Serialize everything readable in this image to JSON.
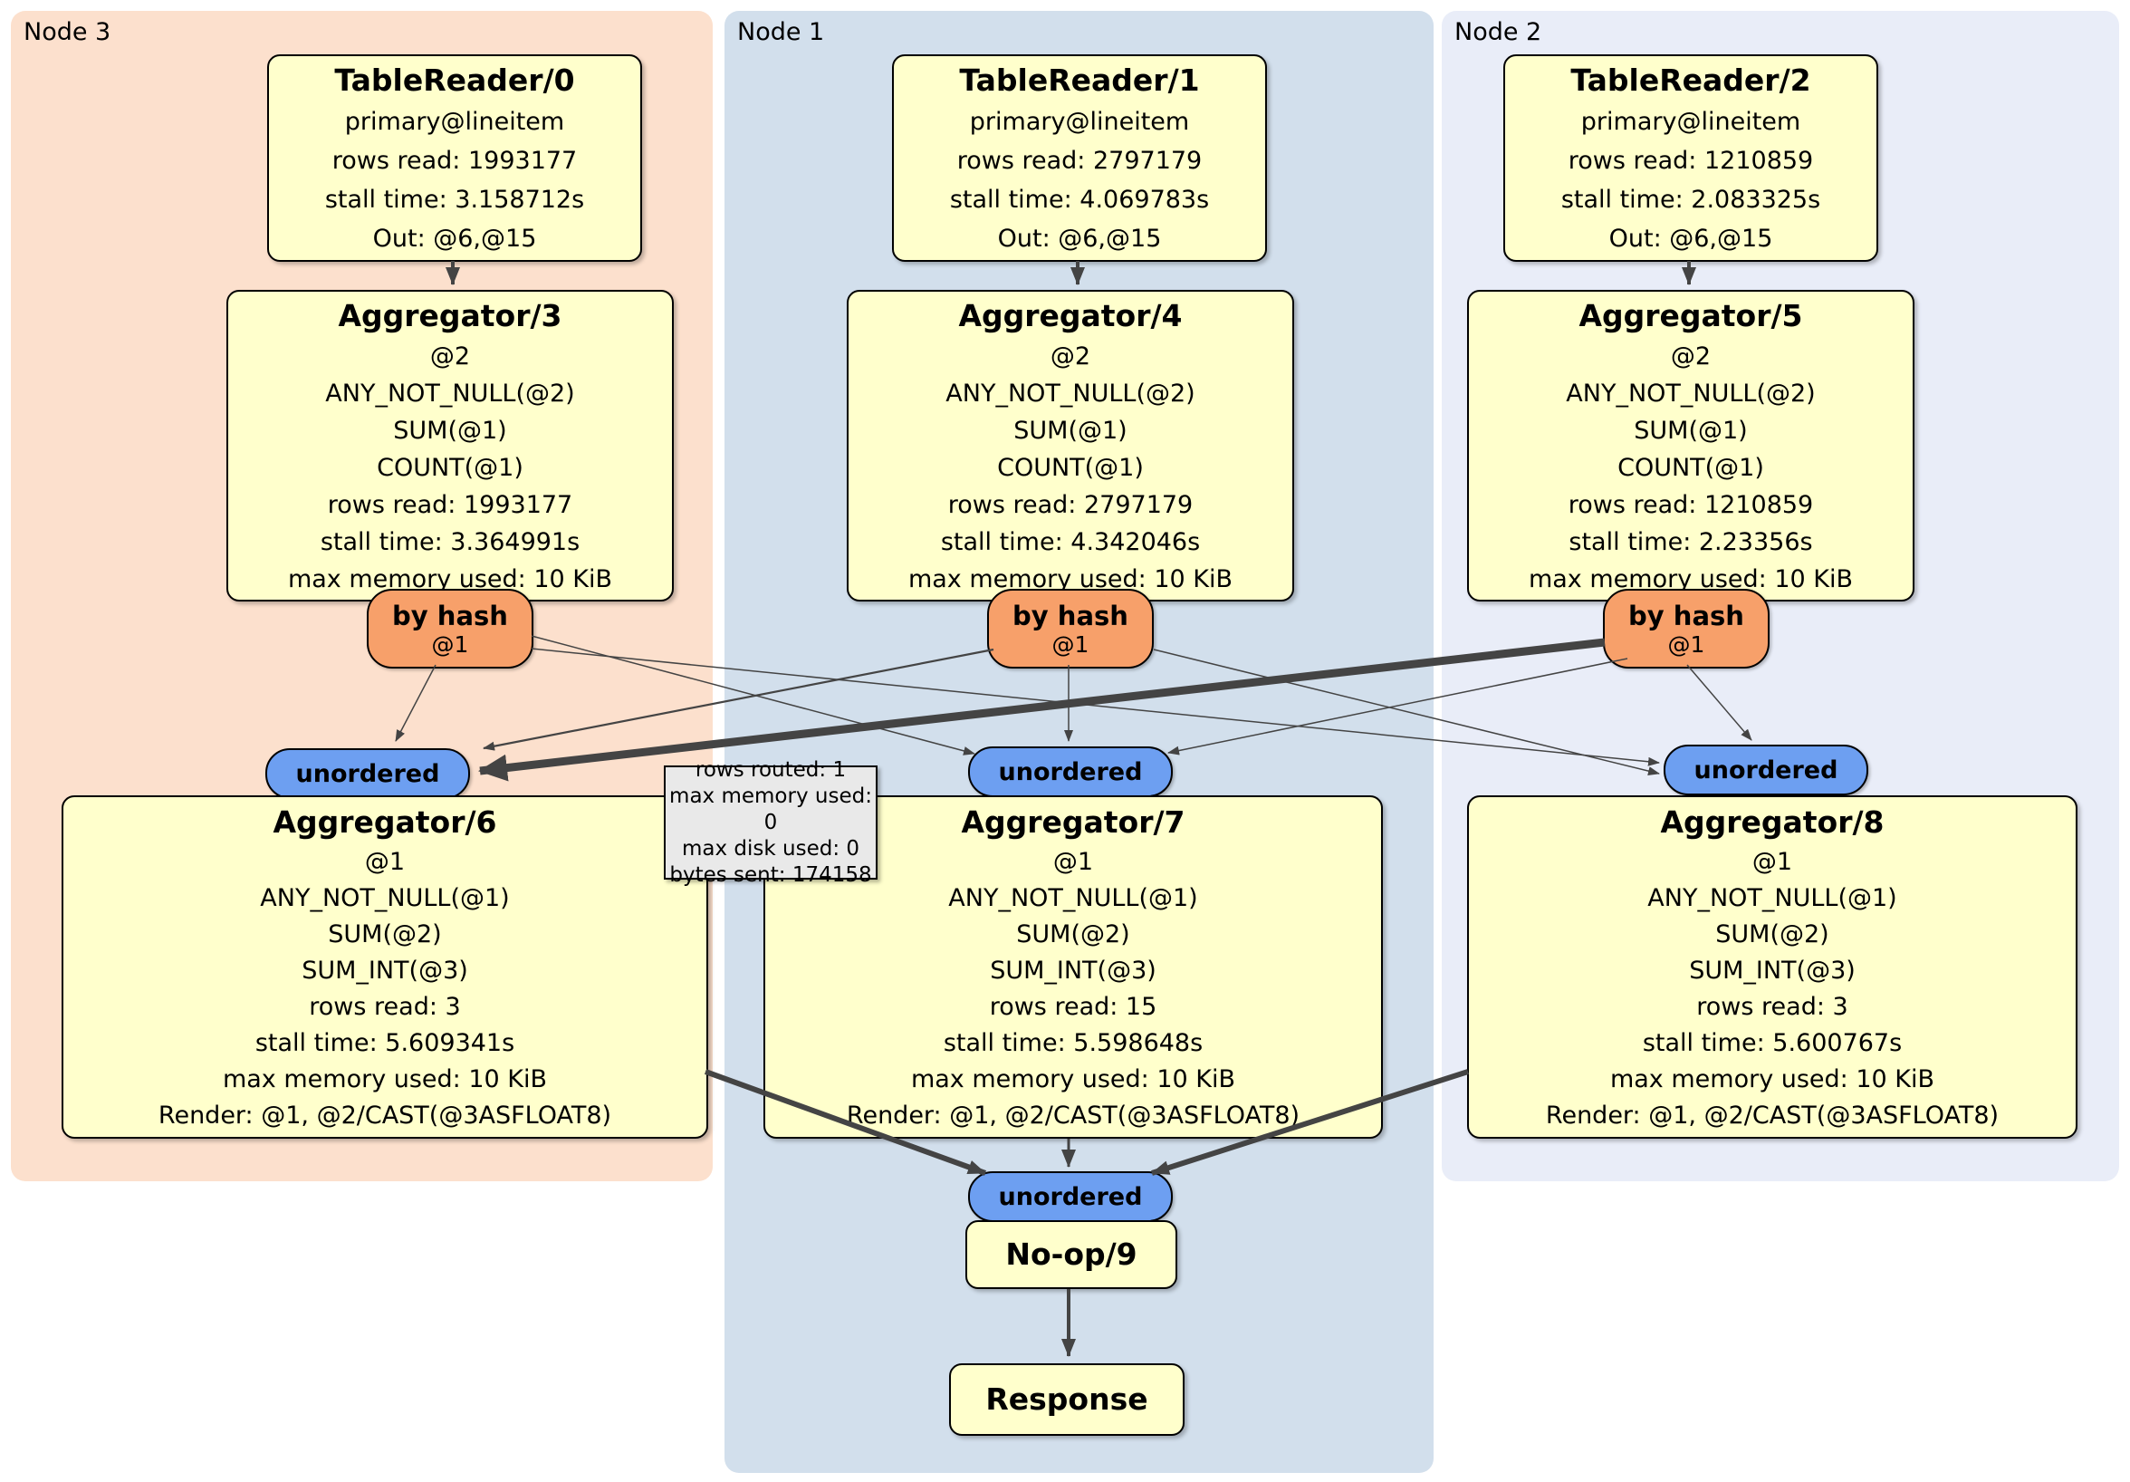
{
  "colors": {
    "node3_bg": "#fce0cd",
    "node1_bg": "#d2dfec",
    "node2_bg": "#e9edf8",
    "box_bg": "#ffffcc",
    "router_bg": "#f7a06a",
    "sync_bg": "#6d9ff1",
    "tooltip_bg": "#e9e9e9",
    "edge_color": "#444444"
  },
  "nodes": [
    {
      "label": "Node 3",
      "table_reader": {
        "title": "TableReader/0",
        "lines": [
          "primary@lineitem",
          "rows read: 1993177",
          "stall time: 3.158712s",
          "Out: @6,@15"
        ]
      },
      "aggregator_top": {
        "title": "Aggregator/3",
        "lines": [
          "@2",
          "ANY_NOT_NULL(@2)",
          "SUM(@1)",
          "COUNT(@1)",
          "rows read: 1993177",
          "stall time: 3.364991s",
          "max memory used: 10 KiB"
        ]
      },
      "router": {
        "title": "by hash",
        "subtitle": "@1"
      },
      "sync": {
        "label": "unordered"
      },
      "aggregator_bottom": {
        "title": "Aggregator/6",
        "lines": [
          "@1",
          "ANY_NOT_NULL(@1)",
          "SUM(@2)",
          "SUM_INT(@3)",
          "rows read: 3",
          "stall time: 5.609341s",
          "max memory used: 10 KiB",
          "Render: @1, @2/CAST(@3ASFLOAT8)"
        ]
      }
    },
    {
      "label": "Node 1",
      "table_reader": {
        "title": "TableReader/1",
        "lines": [
          "primary@lineitem",
          "rows read: 2797179",
          "stall time: 4.069783s",
          "Out: @6,@15"
        ]
      },
      "aggregator_top": {
        "title": "Aggregator/4",
        "lines": [
          "@2",
          "ANY_NOT_NULL(@2)",
          "SUM(@1)",
          "COUNT(@1)",
          "rows read: 2797179",
          "stall time: 4.342046s",
          "max memory used: 10 KiB"
        ]
      },
      "router": {
        "title": "by hash",
        "subtitle": "@1"
      },
      "sync": {
        "label": "unordered"
      },
      "aggregator_bottom": {
        "title": "Aggregator/7",
        "lines": [
          "@1",
          "ANY_NOT_NULL(@1)",
          "SUM(@2)",
          "SUM_INT(@3)",
          "rows read: 15",
          "stall time: 5.598648s",
          "max memory used: 10 KiB",
          "Render: @1, @2/CAST(@3ASFLOAT8)"
        ]
      }
    },
    {
      "label": "Node 2",
      "table_reader": {
        "title": "TableReader/2",
        "lines": [
          "primary@lineitem",
          "rows read: 1210859",
          "stall time: 2.083325s",
          "Out: @6,@15"
        ]
      },
      "aggregator_top": {
        "title": "Aggregator/5",
        "lines": [
          "@2",
          "ANY_NOT_NULL(@2)",
          "SUM(@1)",
          "COUNT(@1)",
          "rows read: 1210859",
          "stall time: 2.23356s",
          "max memory used: 10 KiB"
        ]
      },
      "router": {
        "title": "by hash",
        "subtitle": "@1"
      },
      "sync": {
        "label": "unordered"
      },
      "aggregator_bottom": {
        "title": "Aggregator/8",
        "lines": [
          "@1",
          "ANY_NOT_NULL(@1)",
          "SUM(@2)",
          "SUM_INT(@3)",
          "rows read: 3",
          "stall time: 5.600767s",
          "max memory used: 10 KiB",
          "Render: @1, @2/CAST(@3ASFLOAT8)"
        ]
      }
    }
  ],
  "edge_tooltip": {
    "lines": [
      "rows routed: 1",
      "max memory used: 0",
      "max disk used: 0",
      "bytes sent: 174158"
    ]
  },
  "final": {
    "sync_label": "unordered",
    "noop_title": "No-op/9",
    "response_title": "Response"
  }
}
